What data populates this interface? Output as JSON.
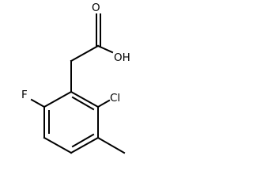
{
  "molecule": {
    "atoms": {
      "carbonyl_oxygen": "O",
      "hydroxyl": "OH",
      "fluorine": "F",
      "chlorine": "Cl"
    }
  }
}
